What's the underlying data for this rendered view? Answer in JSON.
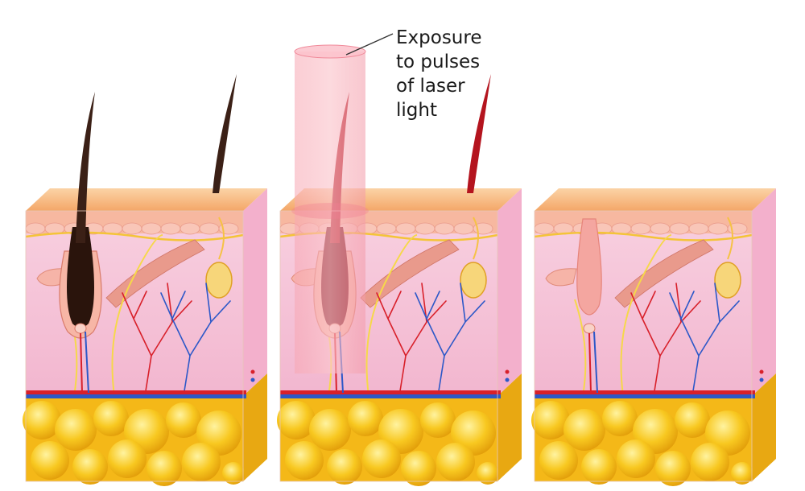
{
  "annotation": {
    "lines": [
      "Exposure",
      "to pulses",
      "of laser",
      "light"
    ]
  },
  "panels": [
    {
      "stage": "before",
      "hair_color": "#3b2016",
      "bulb_color": "#2a140c"
    },
    {
      "stage": "during",
      "hair_color": "#b4141e",
      "bulb_color": "#7a0a12"
    },
    {
      "stage": "after",
      "hair_color": "none",
      "bulb_color": "#f4a6a0"
    }
  ],
  "colors": {
    "epidermis_top": "#f7b37a",
    "dermis": "#f6c3d6",
    "dermis_side": "#f3b0cc",
    "fat": "#f5c21b",
    "artery": "#d8202a",
    "vein": "#2c58c8",
    "nerve": "#f6d84a",
    "laser_beam": "#f6a0ac"
  }
}
